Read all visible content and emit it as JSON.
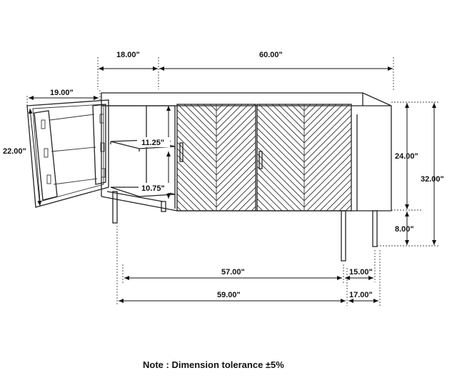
{
  "dimensions": {
    "depth": "18.00\"",
    "width": "60.00\"",
    "door_width": "19.00\"",
    "door_height": "22.00\"",
    "shelf_upper": "11.25\"",
    "shelf_lower": "10.75\"",
    "body_height": "24.00\"",
    "total_height": "32.00\"",
    "leg_height": "8.00\"",
    "inner_width": "57.00\"",
    "leg_span": "59.00\"",
    "leg_depth_inner": "15.00\"",
    "leg_depth_outer": "17.00\""
  },
  "note": "Note : Dimension tolerance ±5%"
}
